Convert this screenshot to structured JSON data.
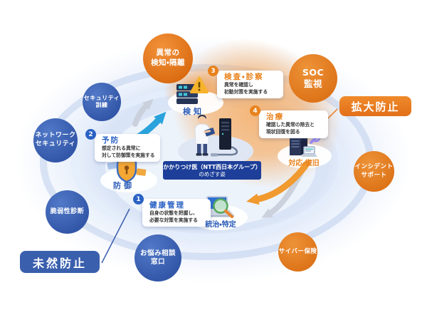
{
  "center": {
    "doctor_box": {
      "line1": "かかりつけ医（NTT西日本グループ）",
      "line2": "のめざす姿"
    }
  },
  "labels": {
    "mizen": "未然防止",
    "kakudai": "拡大防止"
  },
  "functions": {
    "kenchi": "検知",
    "bougyo": "防御",
    "touchi": "統治・特定",
    "taiou": "対応・復旧"
  },
  "steps": [
    {
      "num": "1",
      "title": "健康管理",
      "body1": "自身の状態を把握し、",
      "body2": "必要な対策を実施する"
    },
    {
      "num": "2",
      "title": "予防",
      "body1": "想定される異常に",
      "body2": "対して防御策を実施する"
    },
    {
      "num": "3",
      "title": "検査・診察",
      "body1": "異常を確認し",
      "body2": "初動対策を実施する"
    },
    {
      "num": "4",
      "title": "治療",
      "body1": "確認した異常の除去と",
      "body2": "現状回復を図る"
    }
  ],
  "blue_bubbles": [
    {
      "line1": "セキュリティ",
      "line2": "訓練"
    },
    {
      "line1": "ネットワーク",
      "line2": "セキュリティ"
    },
    {
      "line1": "脆弱性診断"
    },
    {
      "line1": "お悩み相談",
      "line2": "窓口"
    }
  ],
  "orange_bubbles": [
    {
      "line1": "異常の",
      "line2": "検知・隔離"
    },
    {
      "line1": "SOC",
      "line2": "監視"
    },
    {
      "line1": "インシデント",
      "line2": "サポート"
    },
    {
      "line1": "サイバー保険"
    }
  ],
  "colors": {
    "bubble_blue": "#3357a8",
    "bubble_orange": "#dd7318",
    "navy_box": "#1d3f99",
    "badge_blue": "#3a5fad",
    "badge_orange": "#e8791f",
    "step_blue": "#2a62c4",
    "step_orange": "#e8821c",
    "arrow_blue": "#2aa3dc",
    "arrow_orange": "#f09a30",
    "arrow_gray": "#c9cfda"
  }
}
